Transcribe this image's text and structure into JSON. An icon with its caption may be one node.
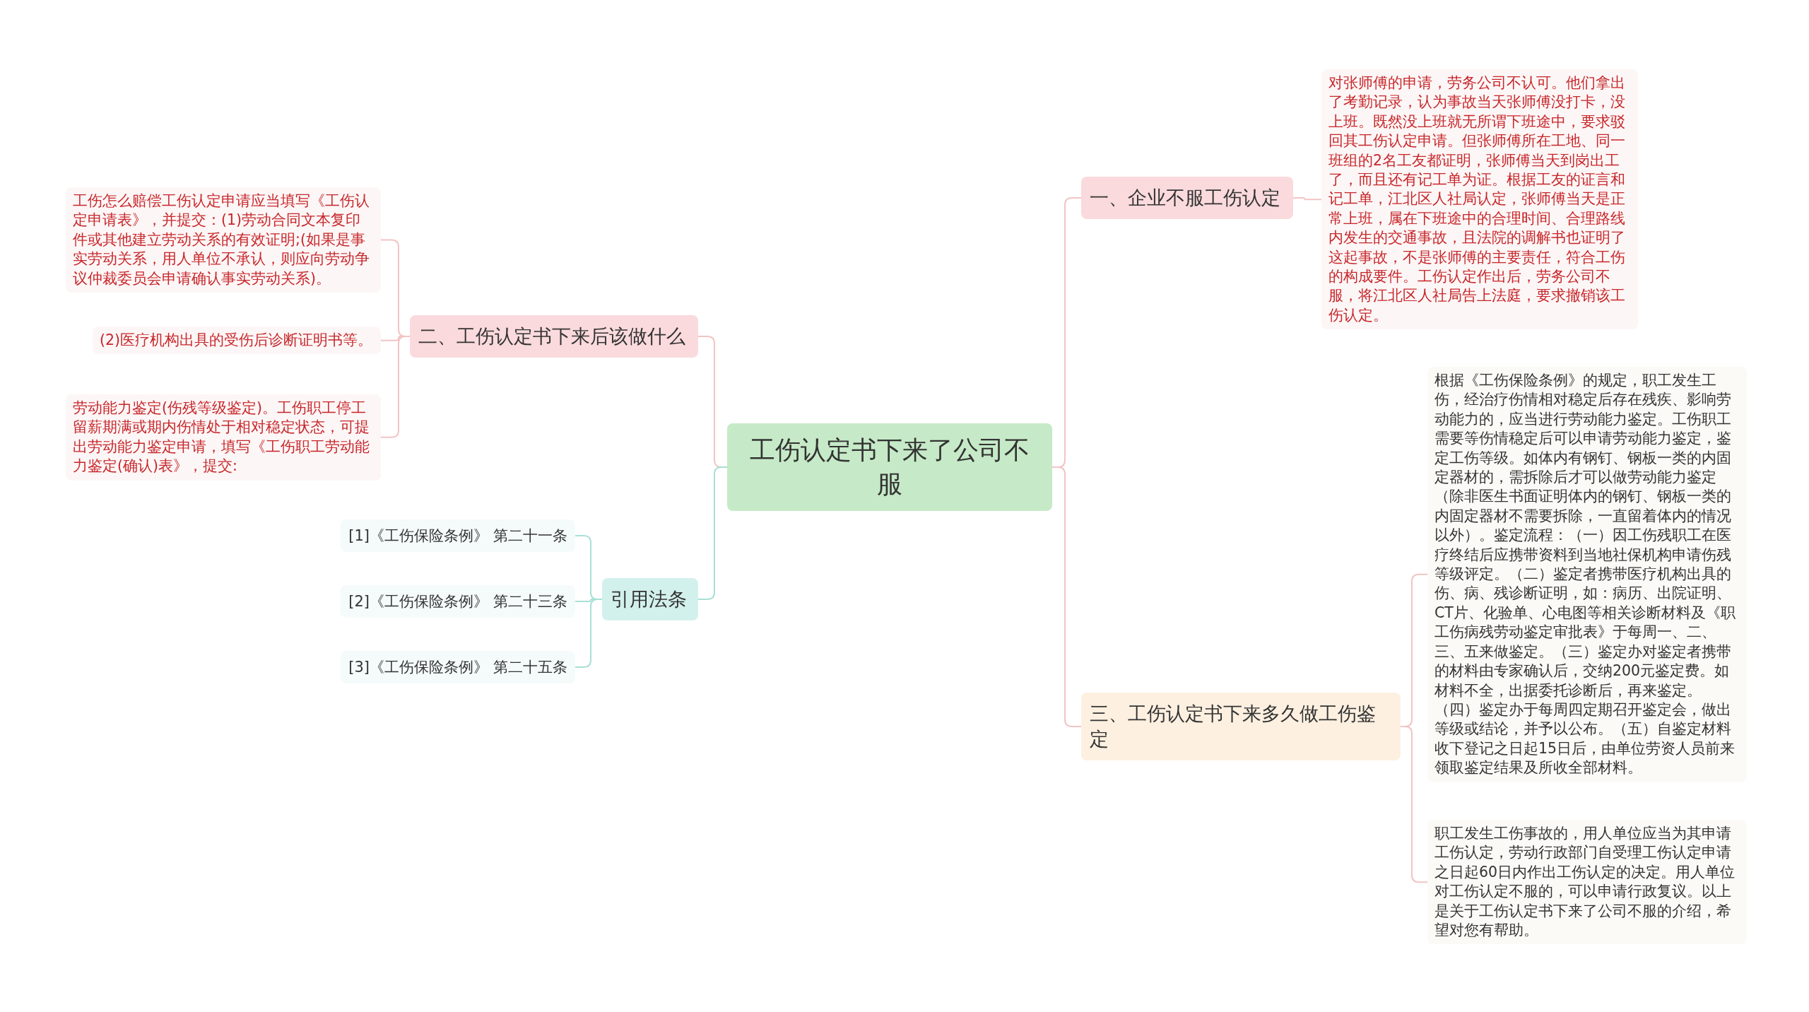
{
  "diagram": {
    "nodes": [
      {
        "text": [
          "工伤认定书下来了公司不服"
        ]
      },
      {
        "text": [
          "一、企业不服工伤认定"
        ]
      },
      {
        "text": [
          "对张师傅的申请，劳务公司不认可。他们拿出了考勤记录，认为事故当天张师傅没打卡，没上班。既然没上班就无所谓下班途中，要求驳回其工伤认定申请。但张师傅所在工地、同一班组的2名工友都证明，张师傅当天到岗出工了，而且还有记工单为证。根据工友的证言和记工单，江北区人社局认定，张师傅当天是正常上班，属在下班途中的合理时间、合理路线内发生的交通事故，且法院的调解书也证明了这起事故，不是张师傅的主要责任，符合工伤的构成要件。工伤认定作出后，劳务公司不服，将江北区人社局告上法庭，要求撤销该工伤认定。"
        ]
      },
      {
        "text": [
          "三、工伤认定书下来多久做工伤鉴定"
        ]
      },
      {
        "text": [
          "根据《工伤保险条例》的规定，职工发生工伤，经治疗伤情相对稳定后存在残疾、影响劳动能力的，应当进行劳动能力鉴定。工伤职工需要等伤情稳定后可以申请劳动能力鉴定，鉴定工伤等级。如体内有钢钉、钢板一类的内固定器材的，需拆除后才可以做劳动能力鉴定（除非医生书面证明体内的钢钉、钢板一类的内固定器材不需要拆除，一直留着体内的情况以外）。鉴定流程：（一）因工伤残职工在医疗终结后应携带资料到当地社保机构申请伤残等级评定。（二）鉴定者携带医疗机构出具的伤、病、残诊断证明，如：病历、出院证明、CT片、化验单、心电图等相关诊断材料及《职工伤病残劳动鉴定审批表》于每周一、二、三、五来做鉴定。（三）鉴定办对鉴定者携带的材料由专家确认后，交纳200元鉴定费。如材料不全，出据委托诊断后，再来鉴定。（四）鉴定办于每周四定期召开鉴定会，做出等级或结论，并予以公布。（五）自鉴定材料收下登记之日起15日后，由单位劳资人员前来领取鉴定结果及所收全部材料。"
        ]
      },
      {
        "text": [
          "职工发生工伤事故的，用人单位应当为其申请工伤认定，劳动行政部门自受理工伤认定申请之日起60日内作出工伤认定的决定。用人单位对工伤认定不服的，可以申请行政复议。以上是关于工伤认定书下来了公司不服的介绍，希望对您有帮助。"
        ]
      },
      {
        "text": [
          "二、工伤认定书下来后该做什么"
        ]
      },
      {
        "text": [
          "工伤怎么赔偿工伤认定申请应当填写《工伤认定申请表》，并提交：(1)劳动合同文本复印件或其他建立劳动关系的有效证明;(如果是事实劳动关系，用人单位不承认，则应向劳动争议仲裁委员会申请确认事实劳动关系)。"
        ]
      },
      {
        "text": [
          "(2)医疗机构出具的受伤后诊断证明书等。"
        ]
      },
      {
        "text": [
          "劳动能力鉴定(伤残等级鉴定)。工伤职工停工留薪期满或期内伤情处于相对稳定状态，可提出劳动能力鉴定申请，填写《工伤职工劳动能力鉴定(确认)表》，提交:"
        ]
      },
      {
        "text": [
          "引用法条"
        ]
      },
      {
        "text": [
          "[1]《工伤保险条例》 第二十一条"
        ]
      },
      {
        "text": [
          "[2]《工伤保险条例》 第二十三条"
        ]
      },
      {
        "text": [
          "[3]《工伤保险条例》 第二十五条"
        ]
      }
    ],
    "edges": [
      {
        "from": 0,
        "to": 1,
        "arrow": "none"
      },
      {
        "from": 1,
        "to": 2,
        "arrow": "none"
      },
      {
        "from": 0,
        "to": 3,
        "arrow": "none"
      },
      {
        "from": 3,
        "to": 4,
        "arrow": "none"
      },
      {
        "from": 3,
        "to": 5,
        "arrow": "none"
      },
      {
        "from": 0,
        "to": 6,
        "arrow": "none"
      },
      {
        "from": 6,
        "to": 7,
        "arrow": "none"
      },
      {
        "from": 6,
        "to": 8,
        "arrow": "none"
      },
      {
        "from": 6,
        "to": 9,
        "arrow": "none"
      },
      {
        "from": 0,
        "to": 10,
        "arrow": "none",
        "color": "#a8e0d6"
      },
      {
        "from": 10,
        "to": 11,
        "arrow": "none",
        "color": "#a8e0d6"
      },
      {
        "from": 10,
        "to": 12,
        "arrow": "none",
        "color": "#a8e0d6"
      },
      {
        "from": 10,
        "to": 13,
        "arrow": "none",
        "color": "#a8e0d6"
      }
    ]
  }
}
